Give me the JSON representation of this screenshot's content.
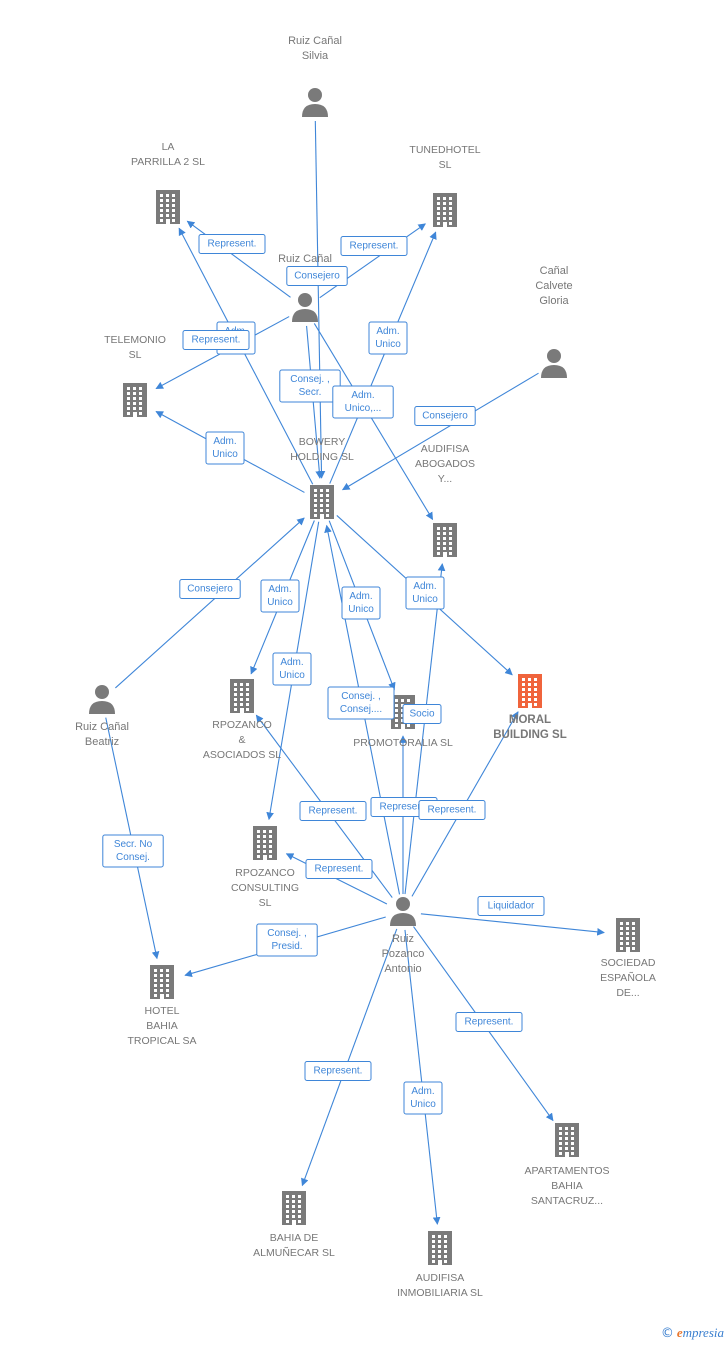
{
  "colors": {
    "edge": "#3f86d8",
    "node": "#7a7a7a",
    "focus": "#f0643c",
    "label": "#777777"
  },
  "nodes": [
    {
      "id": "silvia",
      "type": "person",
      "label": [
        "Ruiz Cañal",
        "Silvia"
      ]
    },
    {
      "id": "laparrilla",
      "type": "company",
      "label": [
        "LA",
        "PARRILLA 2 SL"
      ]
    },
    {
      "id": "tunedhotel",
      "type": "company",
      "label": [
        "TUNEDHOTEL",
        "SL"
      ]
    },
    {
      "id": "ruizcanal",
      "type": "person",
      "label": [
        "Ruiz Cañal"
      ]
    },
    {
      "id": "gloria",
      "type": "person",
      "label": [
        "Cañal",
        "Calvete",
        "Gloria"
      ]
    },
    {
      "id": "telemonio",
      "type": "company",
      "label": [
        "TELEMONIO",
        "SL"
      ]
    },
    {
      "id": "bowery",
      "type": "company",
      "label": [
        "BOWERY",
        "HOLDING  SL"
      ]
    },
    {
      "id": "audifisa_abog",
      "type": "company",
      "label": [
        "AUDIFISA",
        "ABOGADOS",
        "Y..."
      ]
    },
    {
      "id": "beatriz",
      "type": "person",
      "label": [
        "Ruiz Cañal",
        "Beatriz"
      ]
    },
    {
      "id": "rpozanco_asoc",
      "type": "company",
      "label": [
        "RPOZANCO",
        "&",
        "ASOCIADOS SL"
      ]
    },
    {
      "id": "promotoralia",
      "type": "company",
      "label": [
        "PROMOTORALIA SL"
      ]
    },
    {
      "id": "moral",
      "type": "focus",
      "label": [
        "MORAL",
        "BUILDING  SL"
      ]
    },
    {
      "id": "rpozanco_cons",
      "type": "company",
      "label": [
        "RPOZANCO",
        "CONSULTING",
        "SL"
      ]
    },
    {
      "id": "antonio",
      "type": "person",
      "label": [
        "Ruiz",
        "Pozanco",
        "Antonio"
      ]
    },
    {
      "id": "sociedad",
      "type": "company",
      "label": [
        "SOCIEDAD",
        "ESPAÑOLA",
        "DE..."
      ]
    },
    {
      "id": "hotelbahia",
      "type": "company",
      "label": [
        "HOTEL",
        "BAHIA",
        "TROPICAL SA"
      ]
    },
    {
      "id": "apartamentos",
      "type": "company",
      "label": [
        "APARTAMENTOS",
        "BAHIA",
        "SANTACRUZ..."
      ]
    },
    {
      "id": "bahiadealm",
      "type": "company",
      "label": [
        "BAHIA DE",
        "ALMUÑECAR SL"
      ]
    },
    {
      "id": "audifisa_inm",
      "type": "company",
      "label": [
        "AUDIFISA",
        "INMOBILIARIA SL"
      ]
    }
  ],
  "edges": [
    {
      "from": "silvia",
      "to": "bowery",
      "label": [
        "Consejero"
      ]
    },
    {
      "from": "ruizcanal",
      "to": "laparrilla",
      "label": [
        "Represent."
      ]
    },
    {
      "from": "ruizcanal",
      "to": "tunedhotel",
      "label": [
        "Represent."
      ]
    },
    {
      "from": "ruizcanal",
      "to": "telemonio",
      "label": [
        "Adm.",
        "Unico"
      ]
    },
    {
      "from": "ruizcanal",
      "to": "bowery",
      "label": [
        "Consej. ,",
        "Secr."
      ]
    },
    {
      "from": "ruizcanal",
      "to": "audifisa_abog",
      "label": [
        "Adm.",
        "Unico,..."
      ]
    },
    {
      "from": "bowery",
      "to": "laparrilla",
      "label": [
        "Represent."
      ]
    },
    {
      "from": "bowery",
      "to": "tunedhotel",
      "label": [
        "Adm.",
        "Unico"
      ]
    },
    {
      "from": "bowery",
      "to": "telemonio",
      "label": [
        "Adm.",
        "Unico"
      ]
    },
    {
      "from": "gloria",
      "to": "bowery",
      "label": [
        "Consejero"
      ]
    },
    {
      "from": "beatriz",
      "to": "bowery",
      "label": [
        "Consejero"
      ]
    },
    {
      "from": "bowery",
      "to": "rpozanco_asoc",
      "label": [
        "Adm.",
        "Unico"
      ]
    },
    {
      "from": "bowery",
      "to": "rpozanco_cons",
      "label": [
        "Adm.",
        "Unico"
      ]
    },
    {
      "from": "bowery",
      "to": "promotoralia",
      "label": [
        "Adm.",
        "Unico"
      ]
    },
    {
      "from": "bowery",
      "to": "moral",
      "label": [
        "Adm.",
        "Unico"
      ]
    },
    {
      "from": "antonio",
      "to": "bowery",
      "label": [
        "Consej. ,",
        "Consej...."
      ]
    },
    {
      "from": "antonio",
      "to": "audifisa_abog",
      "label": [
        "Socio"
      ]
    },
    {
      "from": "antonio",
      "to": "rpozanco_asoc",
      "label": [
        "Represent."
      ]
    },
    {
      "from": "antonio",
      "to": "promotoralia",
      "label": [
        "Represent."
      ]
    },
    {
      "from": "antonio",
      "to": "moral",
      "label": [
        "Represent."
      ]
    },
    {
      "from": "antonio",
      "to": "rpozanco_cons",
      "label": [
        "Represent."
      ]
    },
    {
      "from": "antonio",
      "to": "sociedad",
      "label": [
        "Liquidador"
      ]
    },
    {
      "from": "antonio",
      "to": "hotelbahia",
      "label": [
        "Consej. ,",
        "Presid."
      ]
    },
    {
      "from": "beatriz",
      "to": "hotelbahia",
      "label": [
        "Secr.  No",
        "Consej."
      ]
    },
    {
      "from": "antonio",
      "to": "apartamentos",
      "label": [
        "Represent."
      ]
    },
    {
      "from": "antonio",
      "to": "bahiadealm",
      "label": [
        "Represent."
      ]
    },
    {
      "from": "antonio",
      "to": "audifisa_inm",
      "label": [
        "Adm.",
        "Unico"
      ]
    }
  ],
  "footer": {
    "copyright": "©",
    "brand_initial": "e",
    "brand_rest": "mpresia"
  }
}
